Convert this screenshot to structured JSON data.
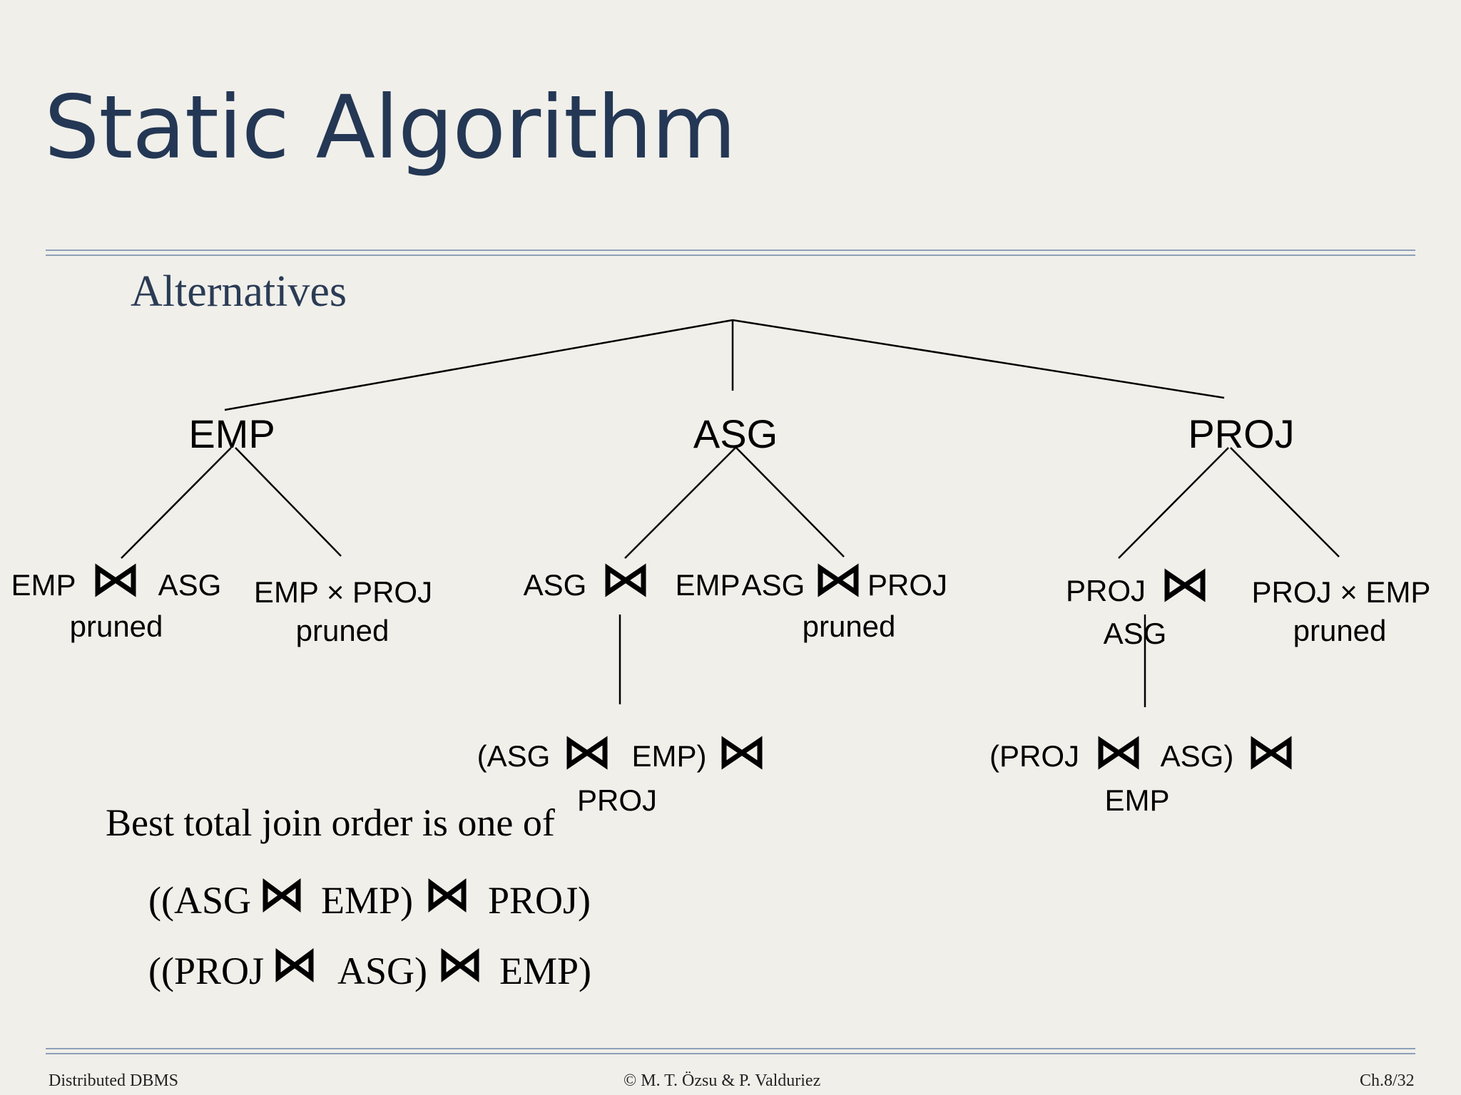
{
  "slide": {
    "title": "Static Algorithm",
    "subtitle": "Alternatives",
    "root_nodes": {
      "emp": "EMP",
      "asg": "ASG",
      "proj": "PROJ"
    },
    "level2": {
      "emp_asg": {
        "left": "EMP",
        "right": "ASG",
        "note": "pruned"
      },
      "emp_x_proj": {
        "text": "EMP × PROJ",
        "note": "pruned"
      },
      "asg_emp": {
        "left": "ASG",
        "right": "EMP"
      },
      "asg_proj": {
        "left": "ASG",
        "right": "PROJ",
        "note": "pruned"
      },
      "proj_asg": {
        "left": "PROJ",
        "right": "ASG"
      },
      "proj_x_emp": {
        "text": "PROJ × EMP",
        "note": "pruned"
      }
    },
    "level3": {
      "asg_emp_proj": {
        "part1": "(ASG",
        "part2": "EMP)",
        "part3": "PROJ"
      },
      "proj_asg_emp": {
        "part1": "(PROJ",
        "part2": "ASG)",
        "part3": "EMP"
      }
    },
    "conclusion": {
      "intro": "Best total join order is one of",
      "option1": {
        "p1": "((ASG",
        "p2": "EMP)",
        "p3": "PROJ)"
      },
      "option2": {
        "p1": "((PROJ",
        "p2": "ASG)",
        "p3": "EMP)"
      }
    },
    "footer": {
      "left": "Distributed DBMS",
      "center": "© M. T. Özsu & P. Valduriez",
      "right": "Ch.8/32"
    },
    "join_symbol": "bowtie-icon"
  }
}
